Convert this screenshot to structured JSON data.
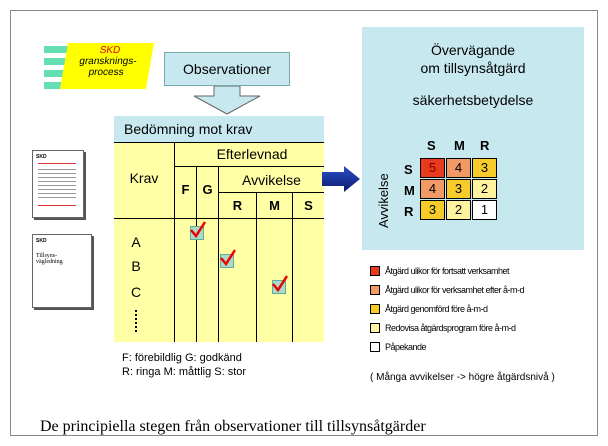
{
  "process": {
    "line1": "SKD",
    "line2": "gransknings-",
    "line3": "process"
  },
  "observations_label": "Observationer",
  "evaluation": {
    "title": "Bedömning mot krav",
    "krav_label": "Krav",
    "compliance_label": "Efterlevnad",
    "deviation_label": "Avvikelse",
    "col_f": "F",
    "col_g": "G",
    "col_r": "R",
    "col_m": "M",
    "col_s": "S",
    "rows": [
      "A",
      "B",
      "C"
    ]
  },
  "documents": {
    "doc1_header": "SKD",
    "doc2_header": "SKD",
    "doc2_text": "Tillsyns-\nvägledning"
  },
  "risk": {
    "title1": "Övervägande",
    "title2": "om tillsynsåtgärd",
    "title3": "säkerhetsbetydelse",
    "axis_label": "Avvikelse",
    "col_headers": [
      "S",
      "M",
      "R"
    ],
    "row_headers": [
      "S",
      "M",
      "R"
    ],
    "matrix": [
      [
        "5",
        "4",
        "3"
      ],
      [
        "4",
        "3",
        "2"
      ],
      [
        "3",
        "2",
        "1"
      ]
    ],
    "colors": {
      "5": "#e83a1c",
      "4": "#f29a66",
      "3": "#f7cc2a",
      "2": "#fff3a0",
      "1": "#ffffff"
    }
  },
  "legend": [
    {
      "num": "5",
      "text": "Åtgärd ulikor för fortsatt verksamhet",
      "color": "#e83a1c"
    },
    {
      "num": "4",
      "text": "Åtgärd ulikor för verksamhet efter å-m-d",
      "color": "#f29a66"
    },
    {
      "num": "3",
      "text": "Åtgärd genomförd före å-m-d",
      "color": "#f7cc2a"
    },
    {
      "num": "2",
      "text": "Redovisa åtgärdsprogram före å-m-d",
      "color": "#fff3a0"
    },
    {
      "num": "1",
      "text": "Påpekande",
      "color": "#ffffff"
    }
  ],
  "abbreviations": {
    "line1": "F: förebildlig   G: godkänd",
    "line2": "R: ringa   M: måttlig   S: stor"
  },
  "paren_note": "( Många avvikelser -> högre åtgärdsnivå )",
  "footer": "De principiella stegen från observationer till tillsynsåtgärder"
}
